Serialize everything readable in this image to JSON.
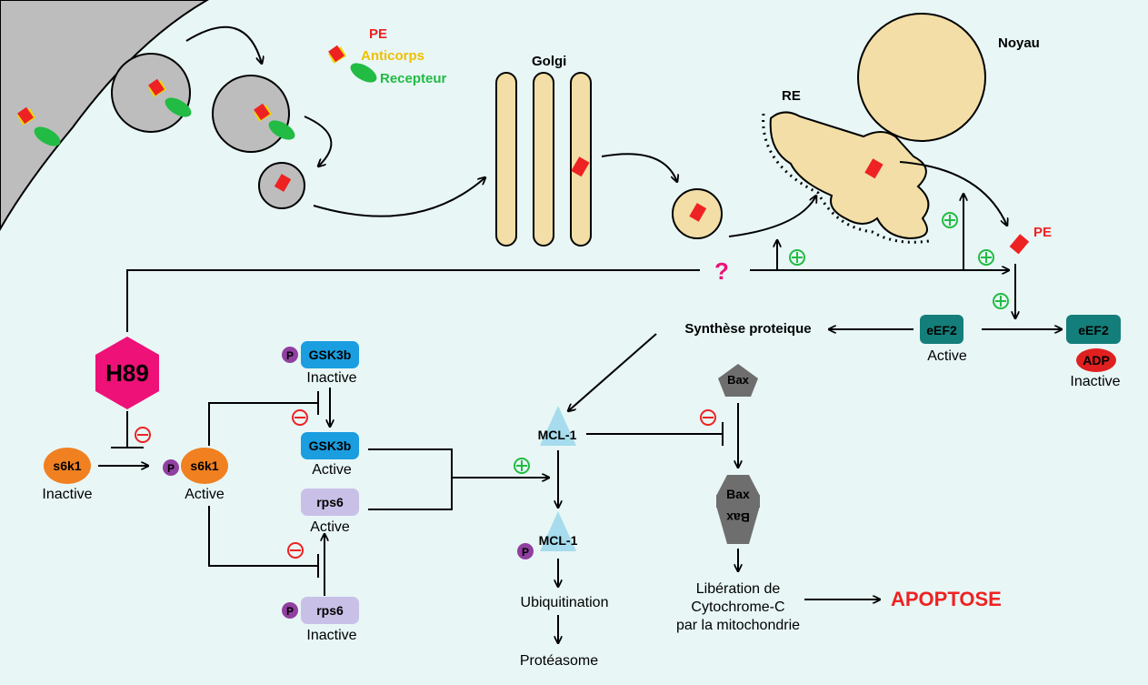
{
  "legend": {
    "pe": "PE",
    "antibody": "Anticorps",
    "receptor": "Recepteur"
  },
  "organelles": {
    "golgi": "Golgi",
    "nucleus": "Noyau",
    "er": "RE"
  },
  "pe_label": "PE",
  "unknown_mark": "?",
  "h89": "H89",
  "protein_synthesis": "Synthèse proteique",
  "eef2": {
    "name": "eEF2",
    "active": "Active",
    "adp": "ADP",
    "inactive": "Inactive"
  },
  "s6k1": {
    "name": "s6k1",
    "inactive": "Inactive",
    "active": "Active"
  },
  "gsk3b": {
    "name": "GSK3b",
    "inactive": "Inactive",
    "active": "Active"
  },
  "rps6": {
    "name": "rps6",
    "active": "Active",
    "inactive": "Inactive"
  },
  "mcl1": {
    "name": "MCL-1",
    "ubiquitination": "Ubiquitination",
    "proteasome": "Protéasome"
  },
  "bax": {
    "name": "Bax"
  },
  "cytc": {
    "line1": "Libération de",
    "line2": "Cytochrome-C",
    "line3": "par la mitochondrie"
  },
  "apoptose": "APOPTOSE",
  "phospho": "P",
  "plus": "+",
  "minus": "−",
  "colors": {
    "pe": "#ee2222",
    "antibody": "#f0d800",
    "receptor": "#22bb44",
    "background": "#e8f6f6",
    "cell": "#bdbdbd",
    "organelle": "#f2dea6",
    "h89": "#ee1177",
    "s6k1": "#f08020",
    "gsk3b": "#1a9ee0",
    "rps6": "#c9c0e8",
    "eef2": "#147e7a",
    "adp": "#e02020",
    "mcl1": "#a6dced",
    "bax": "#6e6e6e",
    "phospho": "#9040a0",
    "apoptose": "#ee2222"
  }
}
